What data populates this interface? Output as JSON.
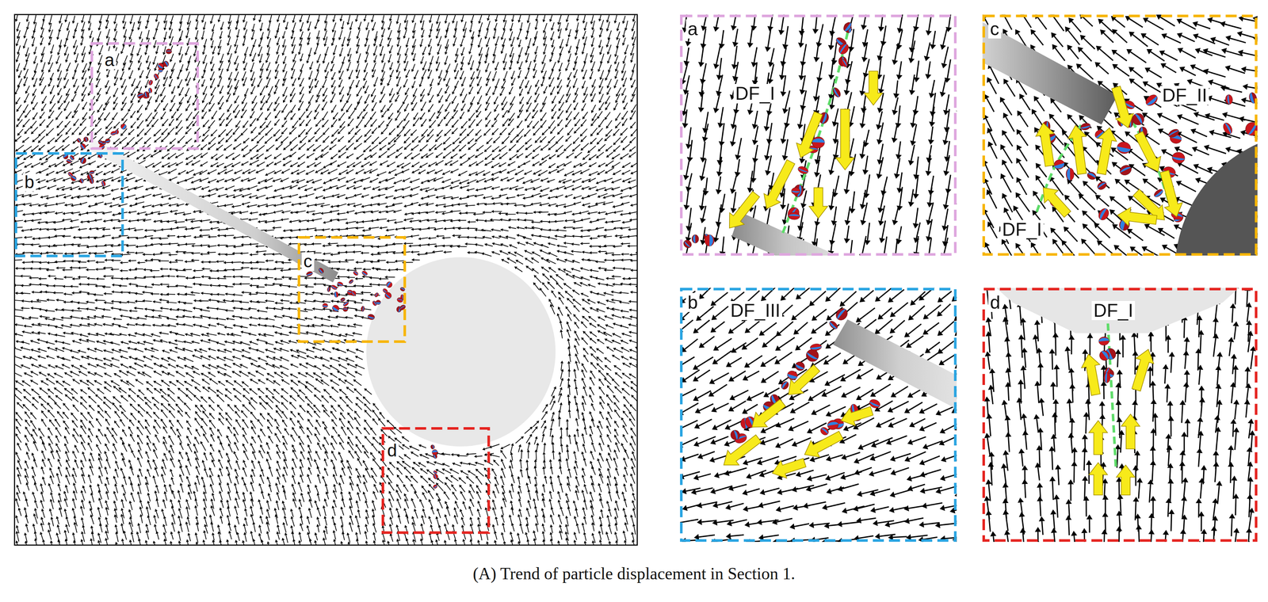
{
  "diagram": {
    "caption": "(A) Trend of particle displacement in Section 1.",
    "nodes": [
      {
        "text": [
          "a"
        ]
      },
      {
        "text": [
          "b"
        ]
      },
      {
        "text": [
          "c"
        ]
      },
      {
        "text": [
          "d"
        ]
      },
      {
        "text": [
          "a",
          "DF_I"
        ]
      },
      {
        "text": [
          "c",
          "DF_II",
          "DF_I"
        ]
      },
      {
        "text": [
          "b",
          "DF_III"
        ]
      },
      {
        "text": [
          "d",
          "DF_I"
        ]
      }
    ]
  }
}
